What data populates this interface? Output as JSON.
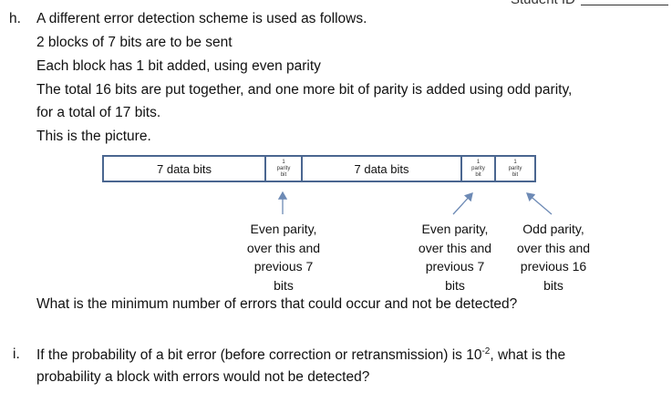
{
  "header": {
    "student_id_label": "Student ID"
  },
  "question_h": {
    "marker": "h.",
    "lines": [
      "A different error detection scheme is used as follows.",
      "2 blocks of 7 bits are to be sent",
      "Each block has 1 bit added, using even parity",
      "The total 16 bits are put together, and one more bit of parity is added using odd parity,",
      "for a total of 17 bits.",
      "This is the picture."
    ],
    "diagram": {
      "cells": [
        {
          "type": "data",
          "label": "7 data bits"
        },
        {
          "type": "parity",
          "count": "1",
          "l1": "parity",
          "l2": "bit"
        },
        {
          "type": "data",
          "label": "7 data bits"
        },
        {
          "type": "parity",
          "count": "1",
          "l1": "parity",
          "l2": "bit"
        },
        {
          "type": "parity",
          "count": "1",
          "l1": "parity",
          "l2": "bit"
        }
      ],
      "annotations": [
        [
          "Even parity,",
          "over this and",
          "previous 7",
          "bits"
        ],
        [
          "Even parity,",
          "over this and",
          "previous 7",
          "bits"
        ],
        [
          "Odd parity,",
          "over this and",
          "previous 16",
          "bits"
        ]
      ],
      "color": "#4a6690"
    },
    "question": "What is the minimum number of errors that could occur and not be detected?"
  },
  "question_i": {
    "marker": "i.",
    "line1_pre": "If the probability of a bit error (before correction or retransmission) is 10",
    "line1_exp": "-2",
    "line1_post": ", what is the",
    "line2": "probability a block with errors would not be detected?"
  }
}
